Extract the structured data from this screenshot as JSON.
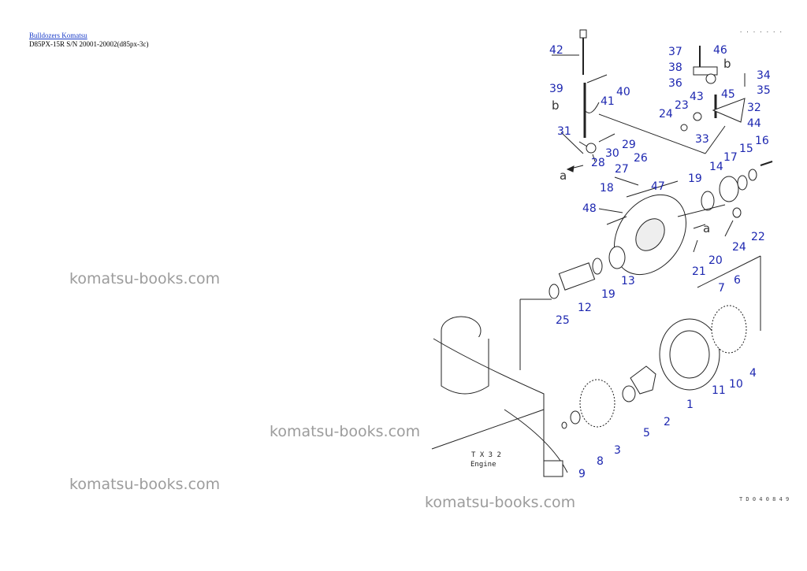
{
  "header": {
    "link_text": "Bulldozers Komatsu",
    "subtitle": "D85PX-15R S/N 20001-20002(d85px-3c)"
  },
  "watermark": "komatsu-books.com",
  "diagram": {
    "corner_code": ". . . . . . .",
    "drawing_number": "T D 0 4 0 8 4 9",
    "engine_label_line1": "T X 3 2",
    "engine_label_line2": "Engine",
    "letter_a": "a",
    "letter_b": "b",
    "callouts": [
      "42",
      "37",
      "38",
      "46",
      "34",
      "36",
      "39",
      "40",
      "35",
      "41",
      "43",
      "45",
      "32",
      "24",
      "44",
      "23",
      "33",
      "31",
      "30",
      "29",
      "16",
      "15",
      "17",
      "28",
      "26",
      "14",
      "27",
      "19",
      "47",
      "18",
      "48",
      "22",
      "24",
      "20",
      "21",
      "13",
      "19",
      "6",
      "12",
      "25",
      "7",
      "4",
      "10",
      "11",
      "1",
      "2",
      "5",
      "3",
      "8",
      "9"
    ]
  },
  "colors": {
    "callout": "#1d27b0",
    "link": "#1a3cc8",
    "watermark": "#9c9c9c"
  }
}
